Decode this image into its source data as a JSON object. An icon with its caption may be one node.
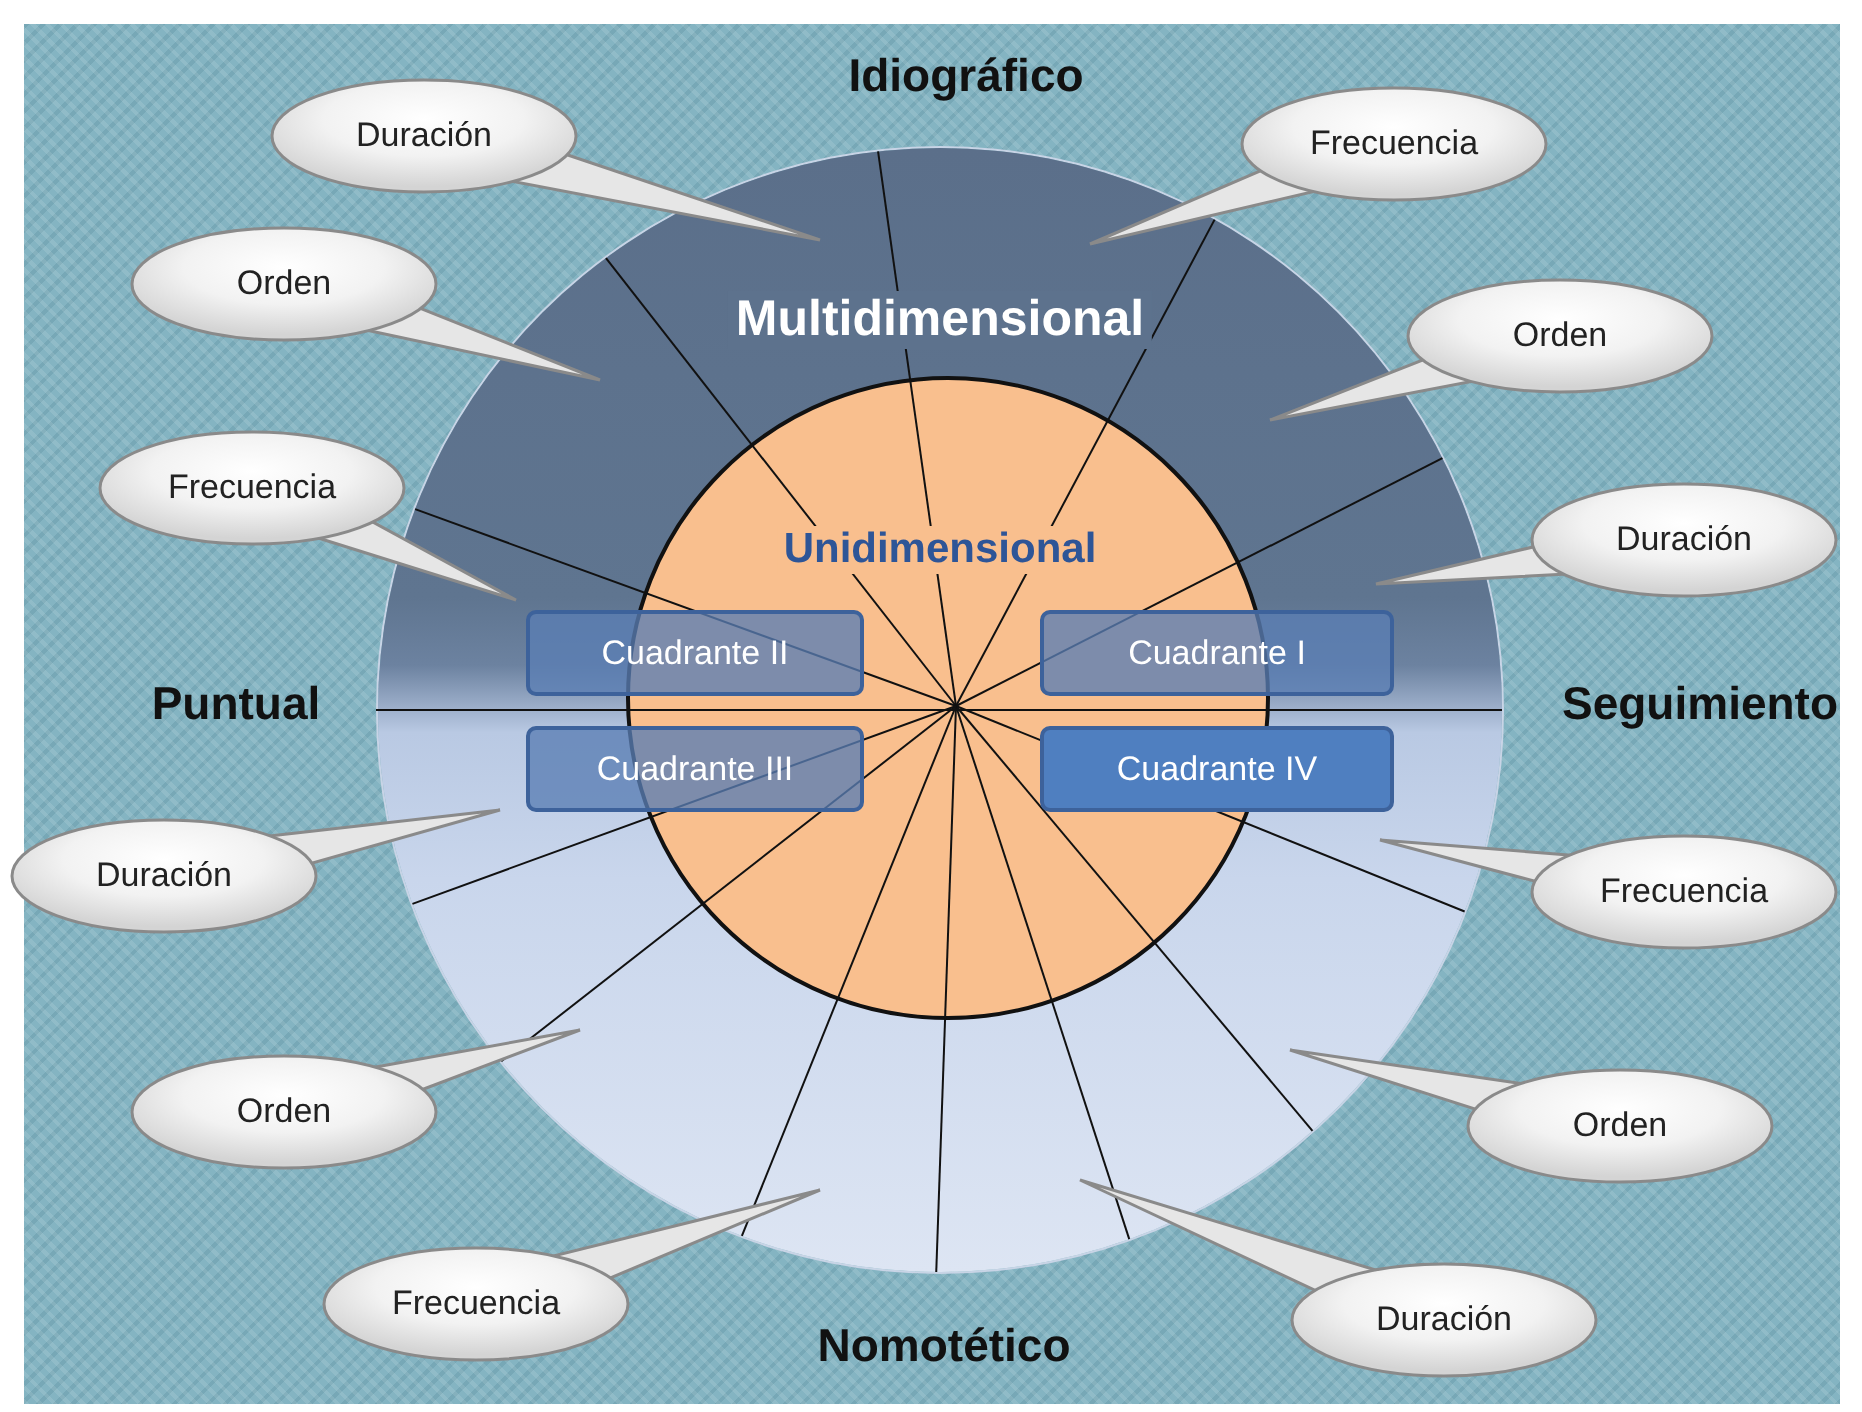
{
  "diagram": {
    "nodes": [
      {
        "text": [
          "Multidimensional"
        ]
      },
      {
        "text": [
          "Unidimensional"
        ],
        "in": 0
      },
      {
        "text": [
          "Cuadrante II"
        ],
        "in": 0
      },
      {
        "text": [
          "Cuadrante I"
        ],
        "in": 0
      },
      {
        "text": [
          "Cuadrante III"
        ],
        "in": 0
      },
      {
        "text": [
          "Cuadrante IV"
        ],
        "in": 0
      },
      {
        "text": [
          "Duración"
        ]
      },
      {
        "text": [
          "Frecuencia"
        ]
      },
      {
        "text": [
          "Orden"
        ]
      },
      {
        "text": [
          "Orden"
        ]
      },
      {
        "text": [
          "Frecuencia"
        ]
      },
      {
        "text": [
          "Duración"
        ]
      },
      {
        "text": [
          "Duración"
        ]
      },
      {
        "text": [
          "Frecuencia"
        ]
      },
      {
        "text": [
          "Orden"
        ]
      },
      {
        "text": [
          "Orden"
        ]
      },
      {
        "text": [
          "Frecuencia"
        ]
      },
      {
        "text": [
          "Duración"
        ]
      }
    ],
    "labels": [
      "Idiográfico",
      "Puntual",
      "Seguimiento",
      "Nomotético"
    ]
  }
}
